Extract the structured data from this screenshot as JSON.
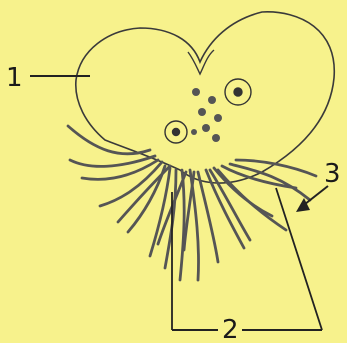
{
  "diagram": {
    "background_color": "#f7f28c",
    "ink_color": "#2a2a2a",
    "labels": [
      {
        "key": "1",
        "text": "1"
      },
      {
        "key": "2",
        "text": "2"
      },
      {
        "key": "3",
        "text": "3"
      }
    ]
  }
}
